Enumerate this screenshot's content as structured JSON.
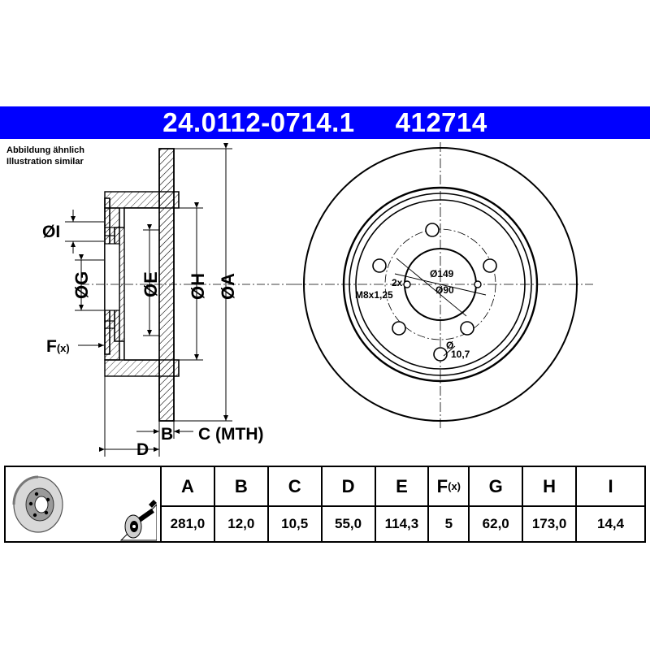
{
  "header": {
    "part_number": "24.0112-0714.1",
    "ate_number": "412714",
    "banner_color": "#0000ff"
  },
  "caption": {
    "line1": "Abbildung ähnlich",
    "line2": "Illustration similar"
  },
  "side_view_labels": {
    "dia_I": "ØI",
    "dia_G": "ØG",
    "dia_E": "ØE",
    "dia_H": "ØH",
    "dia_A": "ØA",
    "F": "F",
    "F_sub": "(x)",
    "B": "B",
    "C_MTH": "C (MTH)",
    "D": "D"
  },
  "front_view_labels": {
    "dia_149": "Ø149",
    "dia_90": "Ø90",
    "thread_count": "2x",
    "thread": "M8x1,25",
    "hole_dia_symbol": "Ø",
    "hole_dia": "10,7"
  },
  "table": {
    "columns": [
      {
        "key": "A",
        "label": "A",
        "sub": "",
        "value": "281,0"
      },
      {
        "key": "B",
        "label": "B",
        "sub": "",
        "value": "12,0"
      },
      {
        "key": "C",
        "label": "C",
        "sub": "",
        "value": "10,5"
      },
      {
        "key": "D",
        "label": "D",
        "sub": "",
        "value": "55,0"
      },
      {
        "key": "E",
        "label": "E",
        "sub": "",
        "value": "114,3"
      },
      {
        "key": "F",
        "label": "F",
        "sub": "(x)",
        "value": "5"
      },
      {
        "key": "G",
        "label": "G",
        "sub": "",
        "value": "62,0"
      },
      {
        "key": "H",
        "label": "H",
        "sub": "",
        "value": "173,0"
      },
      {
        "key": "I",
        "label": "I",
        "sub": "",
        "value": "14,4"
      }
    ]
  },
  "icons": [
    "brake-disc-icon",
    "torque-wrench-icon"
  ]
}
